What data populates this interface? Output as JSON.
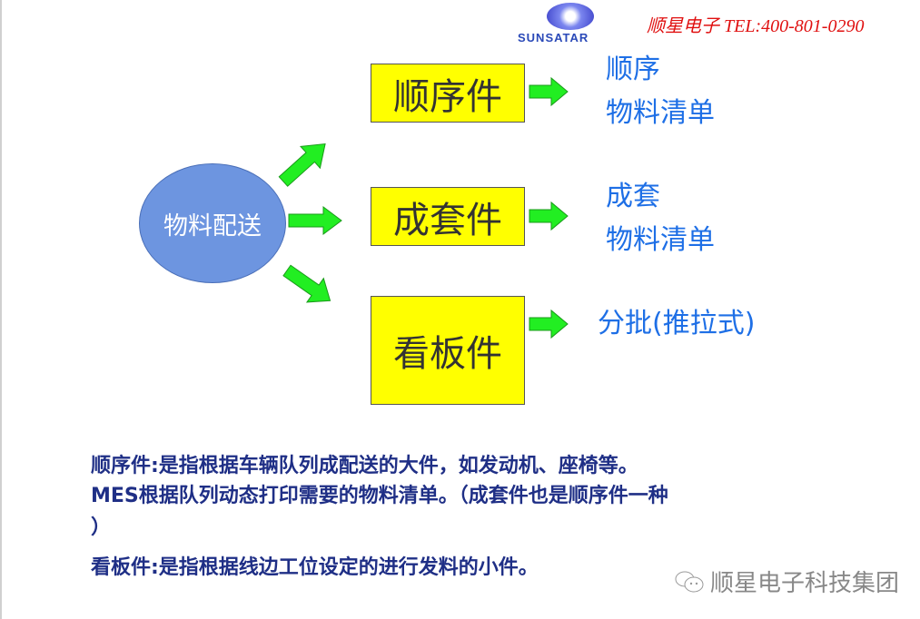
{
  "header": {
    "logo_text": "SUNSATAR",
    "brand": "顺星电子 TEL:400-801-0290"
  },
  "center": "物料配送",
  "branches": [
    {
      "box": "顺序件",
      "output": [
        "顺序",
        "物料清单"
      ]
    },
    {
      "box": "成套件",
      "output": [
        "成套",
        "物料清单"
      ]
    },
    {
      "box": "看板件",
      "output": [
        "分批(推拉式)"
      ]
    }
  ],
  "notes": [
    "顺序件:是指根据车辆队列成配送的大件，如发动机、座椅等。",
    "MES根据队列动态打印需要的物料清单。（成套件也是顺序件一种",
    "）",
    "看板件:是指根据线边工位设定的进行发料的小件。"
  ],
  "watermark": "顺星电子科技集团",
  "colors": {
    "box": "#ffff00",
    "arrow": "#22ee22",
    "ellipse": "#6d95e0",
    "output": "#1e6fe6",
    "note": "#1f2f86"
  }
}
